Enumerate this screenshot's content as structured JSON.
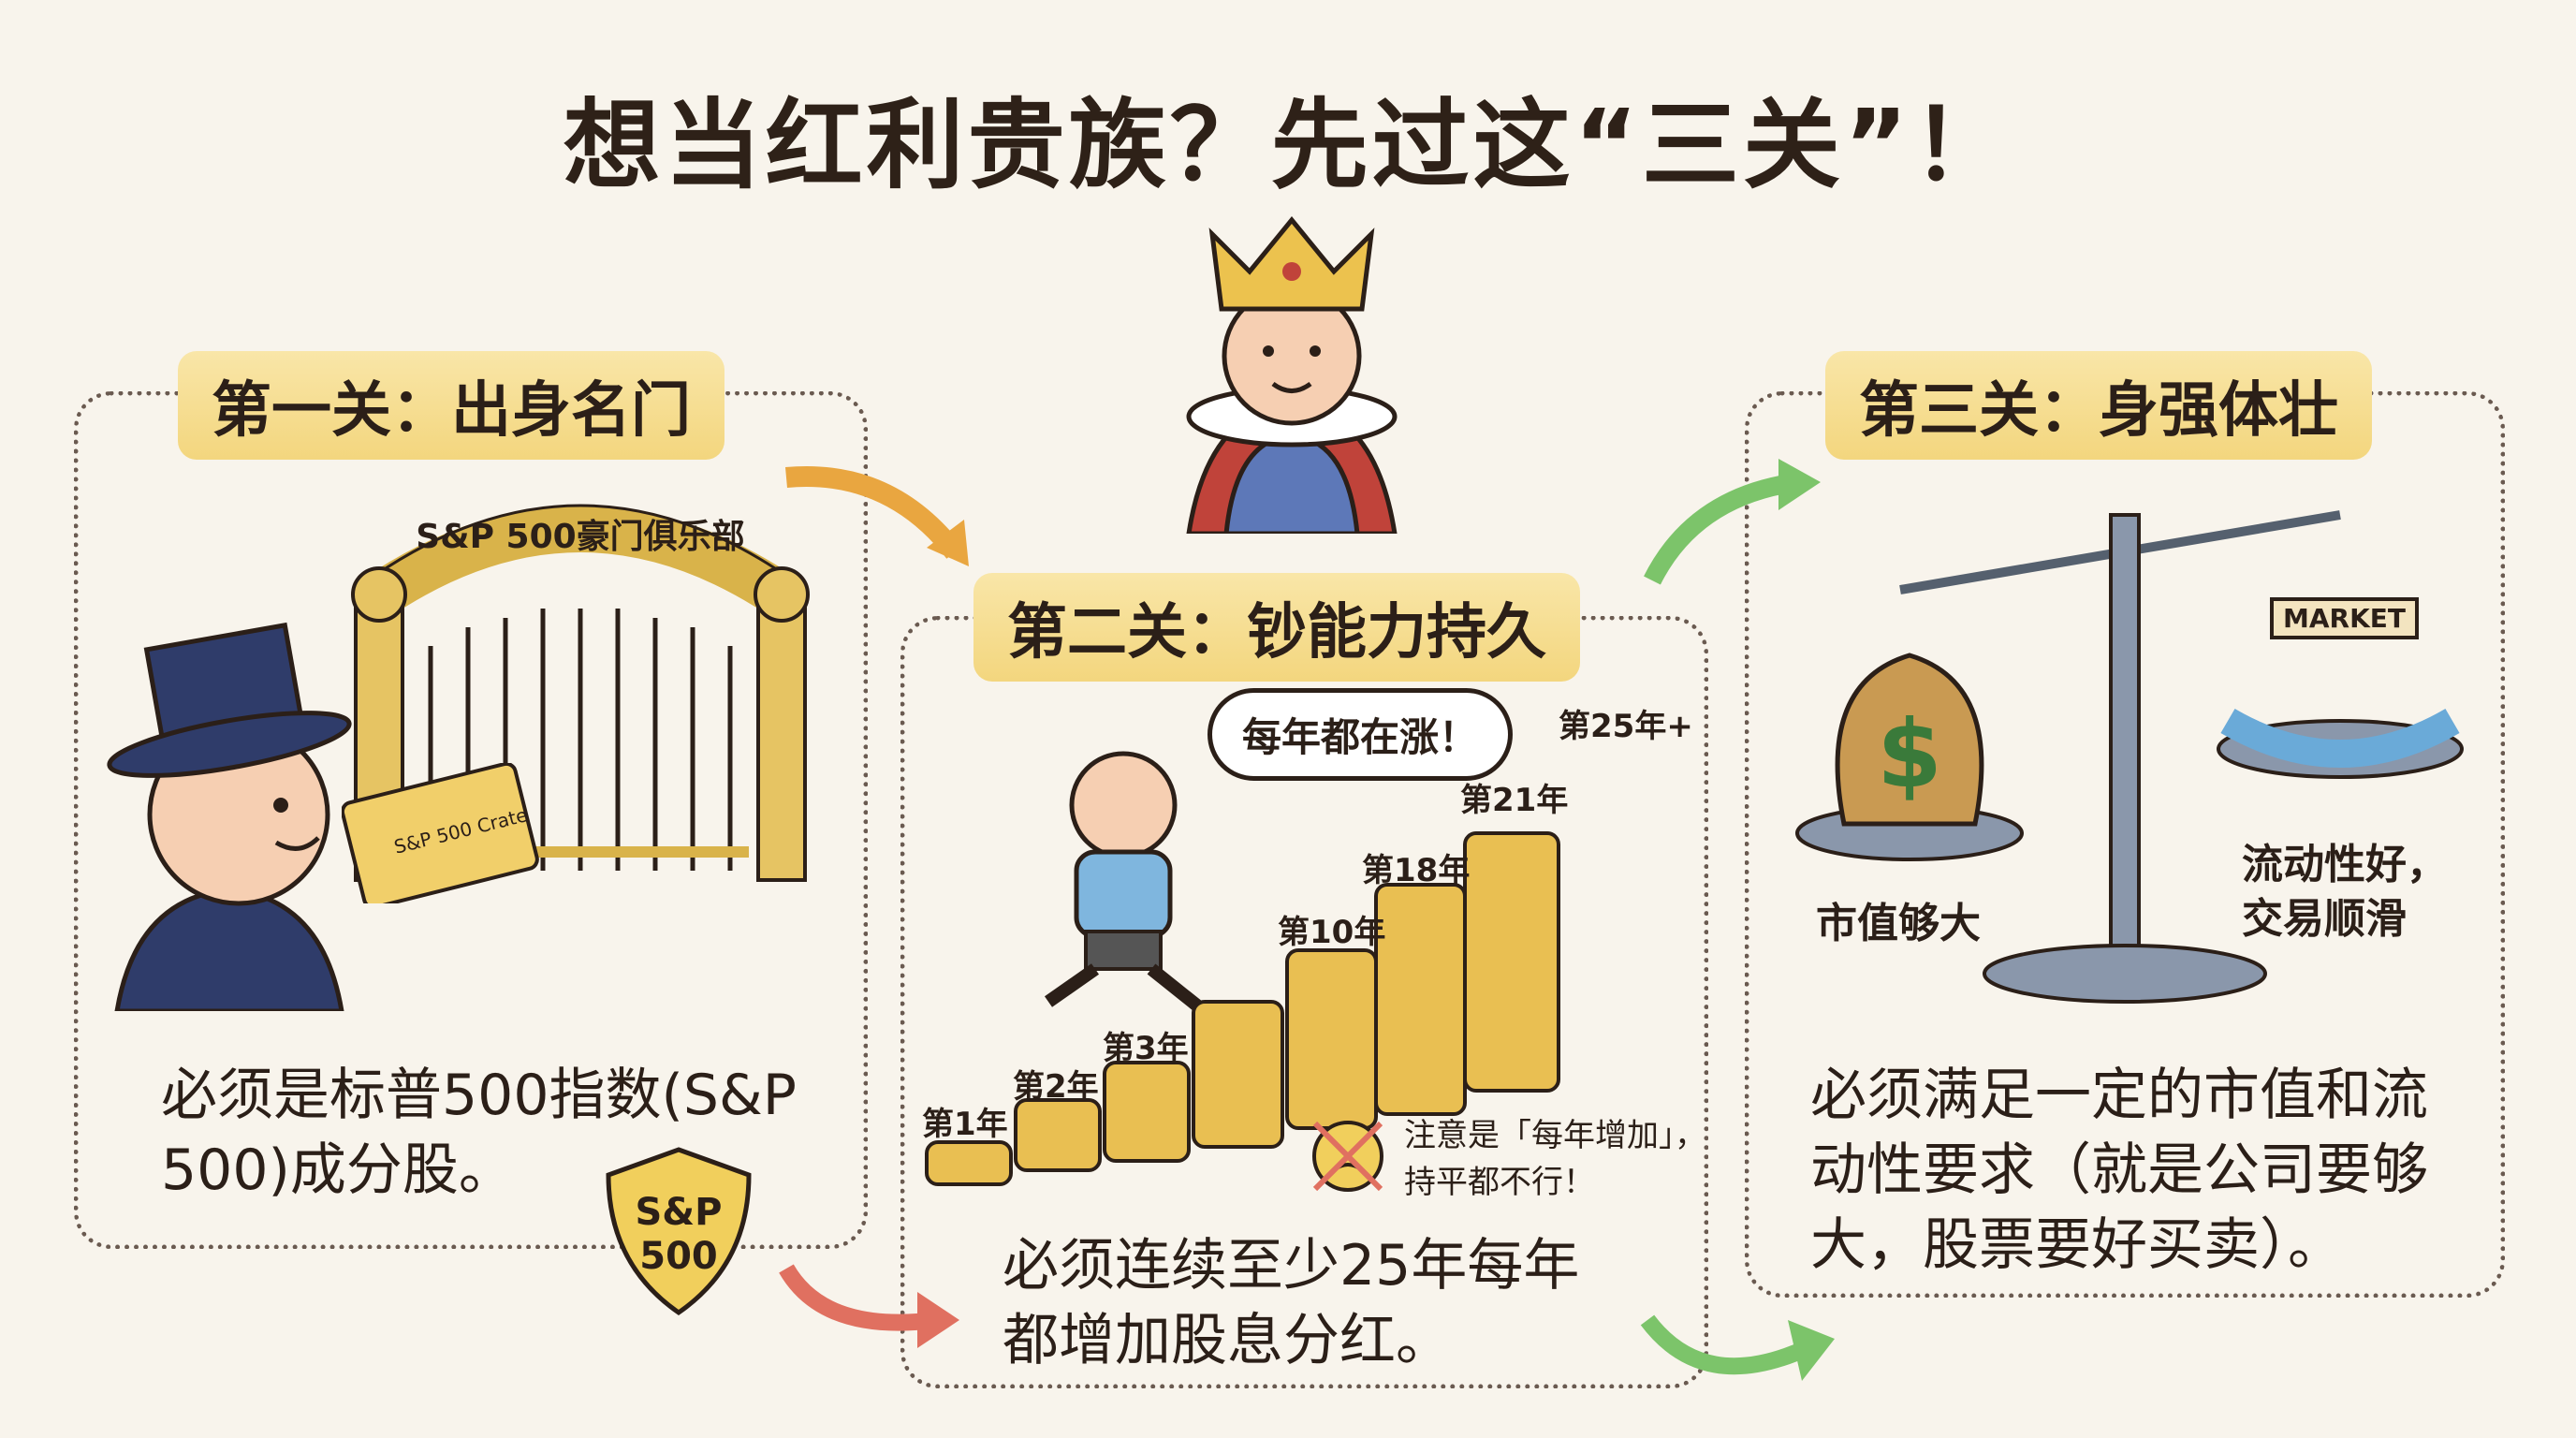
{
  "title": "想当红利贵族？先过这“三关”！",
  "stage1": {
    "header": "第一关：出身名门",
    "gate_sign": "S&P 500豪门俱乐部",
    "certificate_text": "S&P 500 Crate",
    "shield_line1": "S&P",
    "shield_line2": "500",
    "text_line1": "必须是标普500指数(S&P",
    "text_line2": "500)成分股。"
  },
  "stage2": {
    "header": "第二关：钞能力持久",
    "speech": "每年都在涨！",
    "year_labels": [
      "第1年",
      "第2年",
      "第3年",
      "第10年",
      "第18年",
      "第21年",
      "第25年+"
    ],
    "note_line1": "注意是「每年增加」，",
    "note_line2": "持平都不行！",
    "text_line1": "必须连续至少25年每年",
    "text_line2": "都增加股息分红。"
  },
  "stage3": {
    "header": "第三关：身强体壮",
    "market_sign": "MARKET",
    "left_label": "市值够大",
    "right_label_line1": "流动性好，",
    "right_label_line2": "交易顺滑",
    "text_line1": "必须满足一定的市值和流",
    "text_line2": "动性要求（就是公司要够",
    "text_line3": "大，股票要好买卖）。"
  },
  "colors": {
    "gold": "#e8c25a",
    "arrow_orange": "#e9a640",
    "arrow_green": "#7cc46a",
    "arrow_red": "#e07060",
    "background": "#f8f4ec"
  }
}
